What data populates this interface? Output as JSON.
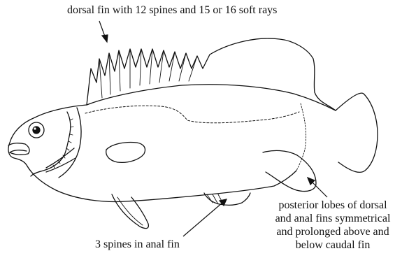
{
  "annotations": {
    "dorsal_fin": "dorsal fin with 12 spines and 15 or 16 soft rays",
    "anal_spines": "3 spines in anal fin",
    "posterior_lobes": [
      "posterior lobes of dorsal",
      "and anal fins symmetrical",
      "and prolonged above and",
      "below caudal fin"
    ]
  },
  "colors": {
    "line": "#111111",
    "background": "#ffffff"
  }
}
